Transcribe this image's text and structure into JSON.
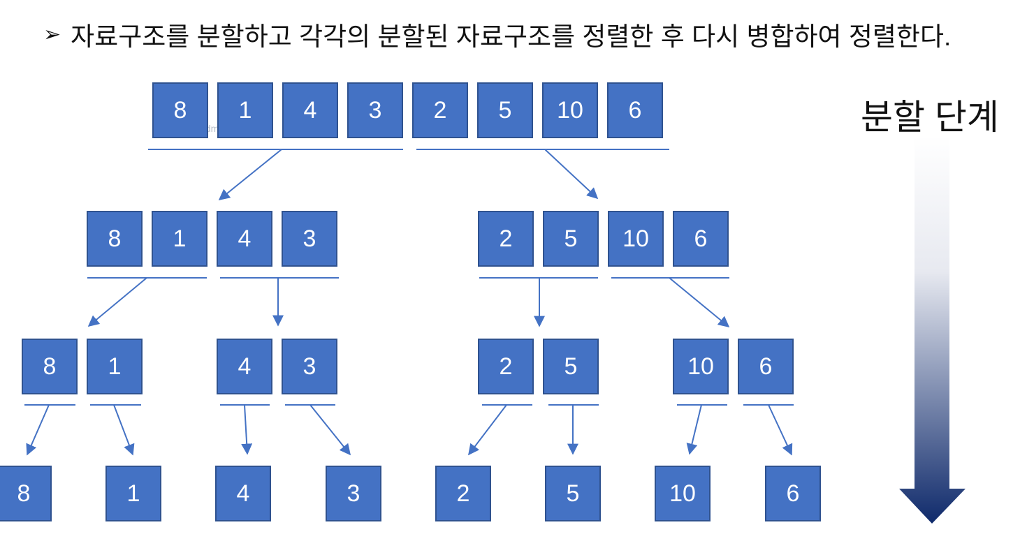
{
  "heading": {
    "bullet": "➢",
    "text": "자료구조를 분할하고 각각의 분할된 자료구조를 정렬한 후 다시 병합하여 정렬한다."
  },
  "watermark": "ihdmc-1018225",
  "stage_label": "분할 단계",
  "colors": {
    "cell_fill": "#4472c4",
    "cell_border": "#2f528f",
    "connector": "#4472c4",
    "arrow_top": "#ffffff",
    "arrow_bottom": "#0f2a6b"
  },
  "levels": [
    {
      "groups": [
        [
          8,
          1,
          4,
          3,
          2,
          5,
          10,
          6
        ]
      ]
    },
    {
      "groups": [
        [
          8,
          1,
          4,
          3
        ],
        [
          2,
          5,
          10,
          6
        ]
      ]
    },
    {
      "groups": [
        [
          8,
          1
        ],
        [
          4,
          3
        ],
        [
          2,
          5
        ],
        [
          10,
          6
        ]
      ]
    },
    {
      "groups": [
        [
          8
        ],
        [
          1
        ],
        [
          4
        ],
        [
          3
        ],
        [
          2
        ],
        [
          5
        ],
        [
          10
        ],
        [
          6
        ]
      ]
    }
  ]
}
